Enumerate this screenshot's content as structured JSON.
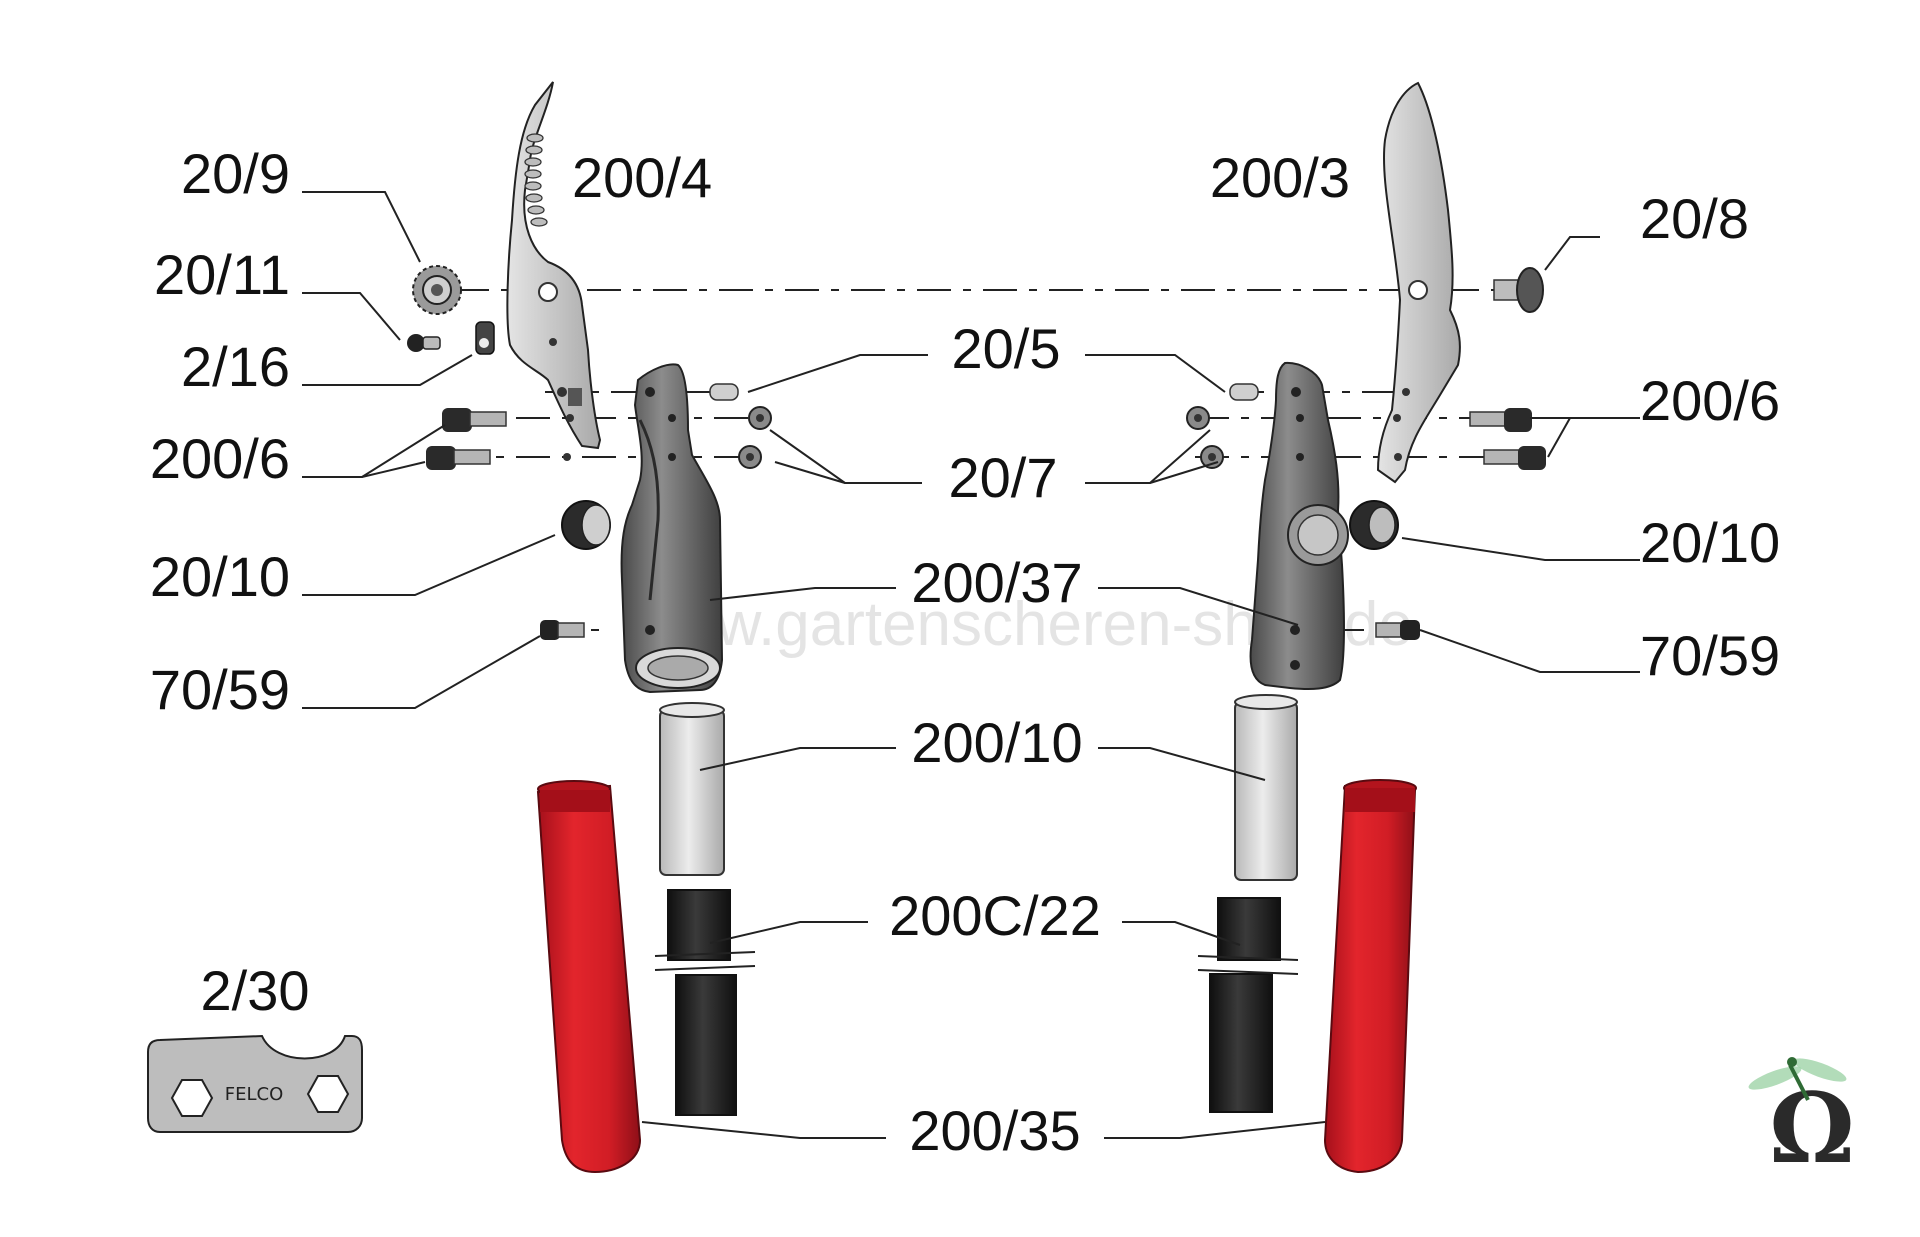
{
  "labels": {
    "p20_9": "20/9",
    "p200_4": "200/4",
    "p20_11": "20/11",
    "p2_16": "2/16",
    "p200_6_left": "200/6",
    "p20_10_left": "20/10",
    "p70_59_left": "70/59",
    "p200_3": "200/3",
    "p20_8": "20/8",
    "p20_5": "20/5",
    "p200_6_right": "200/6",
    "p20_7": "20/7",
    "p20_10_right": "20/10",
    "p200_37": "200/37",
    "p70_59_right": "70/59",
    "p200_10": "200/10",
    "p200c_22": "200C/22",
    "p2_30": "2/30",
    "p200_35": "200/35"
  },
  "wrench_text": "FELCO",
  "watermark": "www.gartenscheren-shop.de",
  "logo_symbol": "Ω",
  "colors": {
    "handle_red": "#d81f26",
    "handle_red_dark": "#8e0f18",
    "metal": "#c9c9c9",
    "metal_dark": "#6d6d6d",
    "grip_black": "#1e1e1e",
    "tube_grey": "#d9d9d9"
  }
}
